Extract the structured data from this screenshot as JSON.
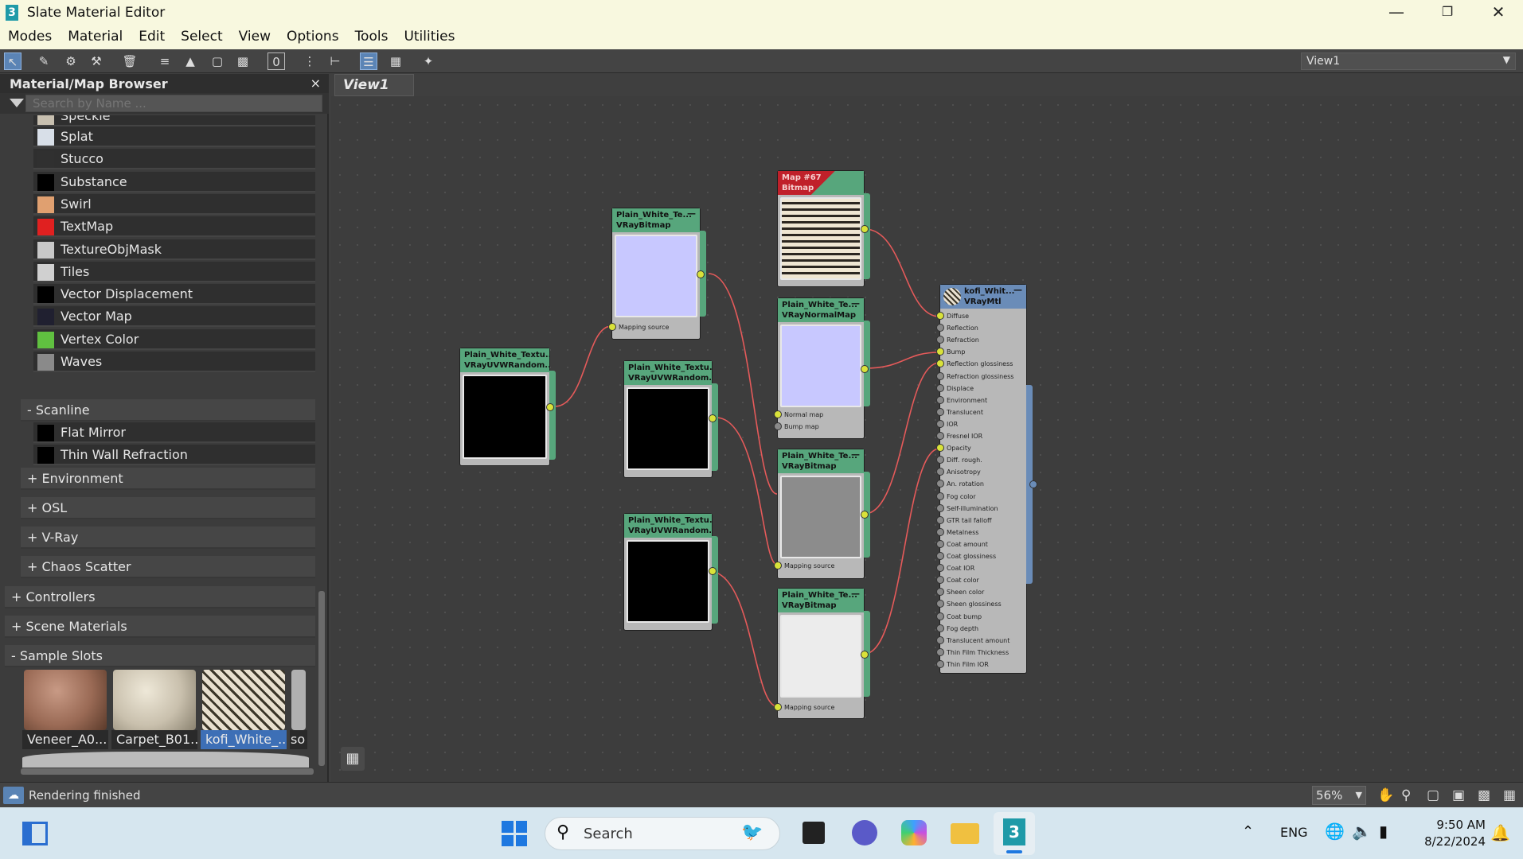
{
  "window": {
    "title": "Slate Material Editor",
    "app_icon": "3"
  },
  "menu": [
    "Modes",
    "Material",
    "Edit",
    "Select",
    "View",
    "Options",
    "Tools",
    "Utilities"
  ],
  "view_selector": {
    "value": "View1"
  },
  "browser": {
    "title": "Material/Map Browser",
    "search_placeholder": "Search by Name ...",
    "partial_item": "Speckle",
    "maps": [
      {
        "label": "Splat",
        "swatch": "#d8dfe8"
      },
      {
        "label": "Stucco",
        "swatch": "#303030"
      },
      {
        "label": "Substance",
        "swatch": "#000000"
      },
      {
        "label": "Swirl",
        "swatch": "#e0a070"
      },
      {
        "label": "TextMap",
        "swatch": "#e02020"
      },
      {
        "label": "TextureObjMask",
        "swatch": "#c8c8c8"
      },
      {
        "label": "Tiles",
        "swatch": "#d0d0d0"
      },
      {
        "label": "Vector Displacement",
        "swatch": "#000000"
      },
      {
        "label": "Vector Map",
        "swatch": "#202030"
      },
      {
        "label": "Vertex Color",
        "swatch": "#60c040"
      },
      {
        "label": "Waves",
        "swatch": "#8a8a8a"
      }
    ],
    "scanline": {
      "label": "- Scanline",
      "items": [
        {
          "label": "Flat Mirror",
          "swatch": "#000000"
        },
        {
          "label": "Thin Wall Refraction",
          "swatch": "#000000"
        }
      ]
    },
    "subcats": [
      "+ Environment",
      "+ OSL",
      "+ V-Ray",
      "+ Chaos Scatter"
    ],
    "cats": [
      "+ Controllers",
      "+ Scene Materials"
    ],
    "sample_slots_label": "- Sample Slots",
    "slots": [
      {
        "label": "Veneer_A0...",
        "color": "#9a6a55"
      },
      {
        "label": "Carpet_B01...",
        "color": "#c9c0ad"
      },
      {
        "label": "kofi_White_...",
        "color": "#d8d0bf"
      },
      {
        "label": "so",
        "color": "#b0b0b0"
      }
    ]
  },
  "view": {
    "tab": "View1"
  },
  "nodes": {
    "uvw1": {
      "title": "Plain_White_Textu...",
      "type": "VRayUVWRandom..."
    },
    "uvw2": {
      "title": "Plain_White_Textu...",
      "type": "VRayUVWRandom..."
    },
    "uvw3": {
      "title": "Plain_White_Textu...",
      "type": "VRayUVWRandom..."
    },
    "bm1": {
      "title": "Plain_White_Te...",
      "type": "VRayBitmap",
      "port": "Mapping source"
    },
    "map67": {
      "title": "Map #67",
      "type": "Bitmap"
    },
    "normal": {
      "title": "Plain_White_Te...",
      "type": "VRayNormalMap",
      "ports": [
        "Normal map",
        "Bump map"
      ]
    },
    "bm2": {
      "title": "Plain_White_Te...",
      "type": "VRayBitmap",
      "port": "Mapping source"
    },
    "bm3": {
      "title": "Plain_White_Te...",
      "type": "VRayBitmap",
      "port": "Mapping source"
    },
    "mtl": {
      "title": "kofi_Whit...",
      "type": "VRayMtl",
      "ports": [
        "Diffuse",
        "Reflection",
        "Refraction",
        "Bump",
        "Reflection glossiness",
        "Refraction glossiness",
        "Displace",
        "Environment",
        "Translucent",
        "IOR",
        "Fresnel IOR",
        "Opacity",
        "Diff. rough.",
        "Anisotropy",
        "An. rotation",
        "Fog color",
        "Self-illumination",
        "GTR tail falloff",
        "Metalness",
        "Coat amount",
        "Coat glossiness",
        "Coat IOR",
        "Coat color",
        "Sheen color",
        "Sheen glossiness",
        "Coat bump",
        "Fog depth",
        "Translucent amount",
        "Thin Film Thickness",
        "Thin Film IOR"
      ],
      "connected": [
        0,
        3,
        4,
        11
      ]
    }
  },
  "status": {
    "text": "Rendering finished",
    "zoom": "56%"
  },
  "taskbar": {
    "search": "Search",
    "lang": "ENG",
    "time": "9:50 AM",
    "date": "8/22/2024"
  }
}
